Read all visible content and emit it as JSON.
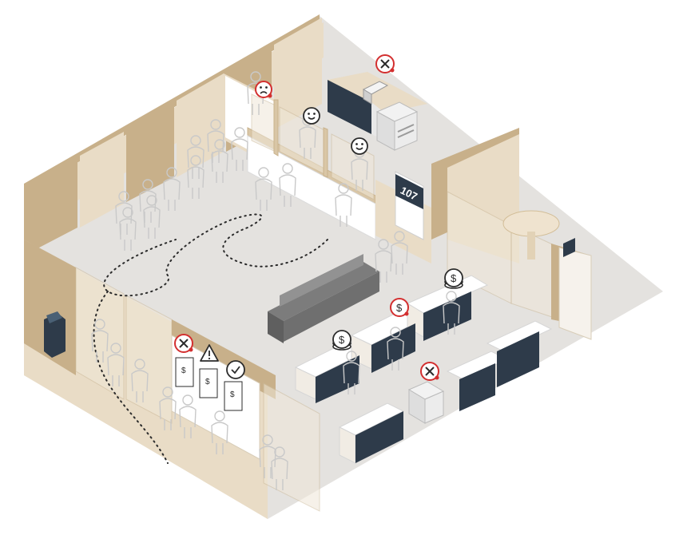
{
  "room": {
    "number": "107"
  },
  "icons": {
    "error_color": "#d32f2f",
    "dark_color": "#2b2b2b",
    "accent_navy": "#2e3b4a",
    "wall_color": "#d9c6a6",
    "items": [
      {
        "name": "error-x-icon-backoffice",
        "type": "x-circle"
      },
      {
        "name": "sad-face-icon",
        "type": "sad-face"
      },
      {
        "name": "happy-face-icon-1",
        "type": "happy-face"
      },
      {
        "name": "happy-face-icon-2",
        "type": "happy-face"
      },
      {
        "name": "dollar-coins-icon-1",
        "type": "dollar-coins"
      },
      {
        "name": "dollar-error-icon",
        "type": "dollar-error"
      },
      {
        "name": "dollar-coins-icon-2",
        "type": "dollar-coins"
      },
      {
        "name": "error-x-icon-printer",
        "type": "x-circle"
      },
      {
        "name": "error-x-icon-poster",
        "type": "x-circle"
      },
      {
        "name": "warning-icon",
        "type": "warning-triangle"
      },
      {
        "name": "checkmark-icon",
        "type": "check-circle"
      }
    ]
  }
}
